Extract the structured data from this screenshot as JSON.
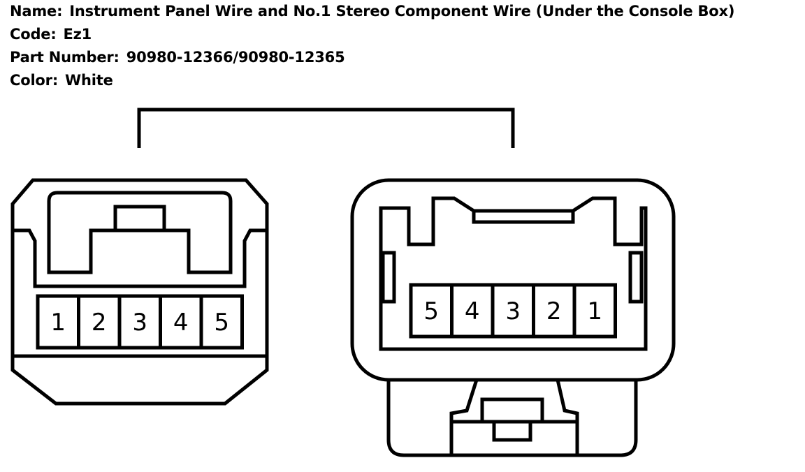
{
  "header": {
    "name": {
      "label": "Name:",
      "value": "Instrument Panel Wire and No.1 Stereo Component Wire (Under the Console Box)"
    },
    "code": {
      "label": "Code:",
      "value": "Ez1"
    },
    "part_number": {
      "label": "Part Number:",
      "value": "90980-12366/90980-12365"
    },
    "color": {
      "label": "Color:",
      "value": "White"
    }
  },
  "diagram": {
    "left_connector": {
      "pins": [
        "1",
        "2",
        "3",
        "4",
        "5"
      ]
    },
    "right_connector": {
      "pins": [
        "5",
        "4",
        "3",
        "2",
        "1"
      ]
    },
    "line_color": "#000000",
    "background_color": "#ffffff"
  }
}
